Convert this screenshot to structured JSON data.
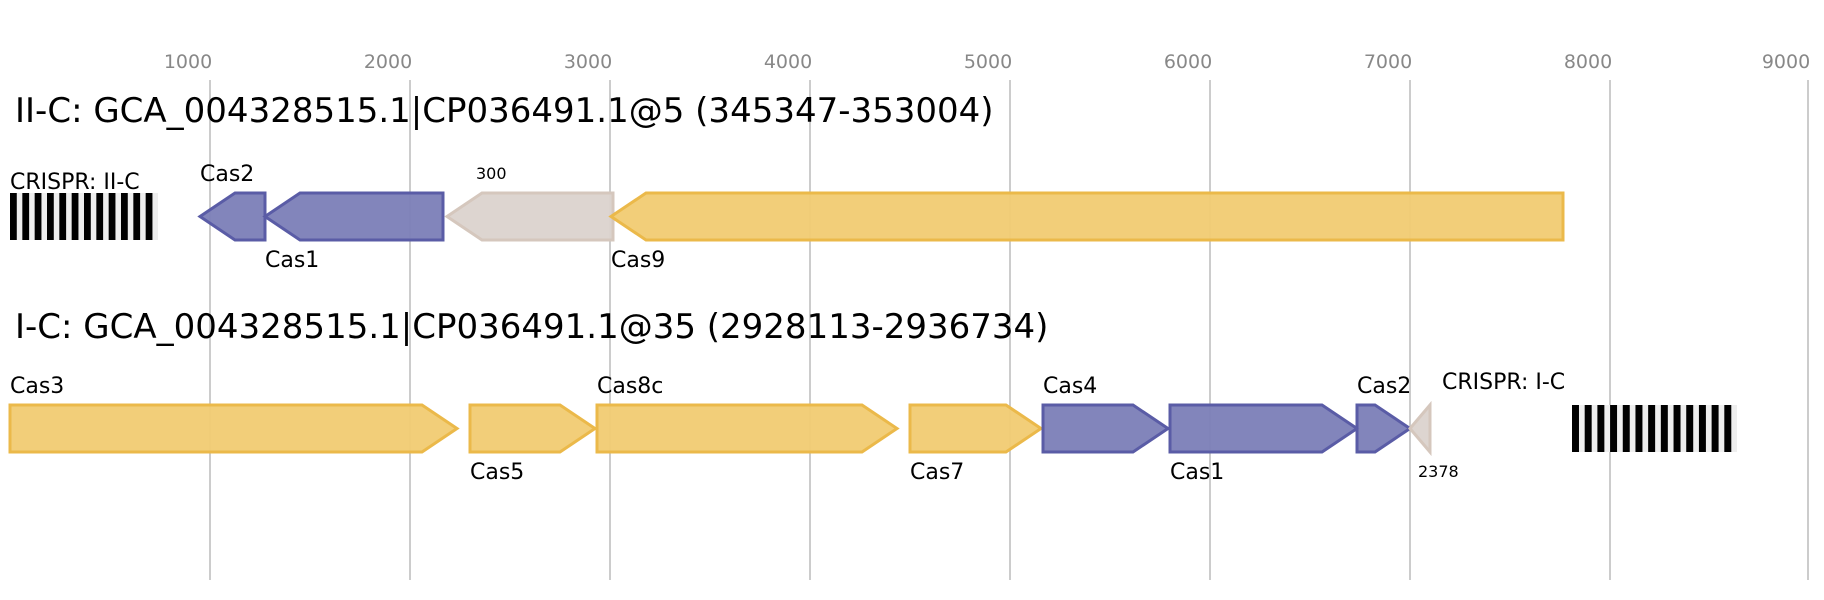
{
  "axis": {
    "ticks": [
      "1000",
      "2000",
      "3000",
      "4000",
      "5000",
      "6000",
      "7000",
      "8000",
      "9000"
    ]
  },
  "colors": {
    "yellow_fill": "#f1cb72",
    "yellow_stroke": "#ebb94a",
    "blue_fill": "#7b7eb7",
    "blue_stroke": "#5a5ca6",
    "beige_fill": "#dbd3cd",
    "beige_stroke": "#d5c7bd"
  },
  "loci": [
    {
      "title": "II-C: GCA_004328515.1|CP036491.1@5 (345347-353004)",
      "crispr_label": "CRISPR: II-C",
      "genes": [
        {
          "label": "Cas2",
          "type": "blue",
          "strand": "-"
        },
        {
          "label": "Cas1",
          "type": "blue",
          "strand": "-"
        },
        {
          "label": "300",
          "type": "beige",
          "strand": "-"
        },
        {
          "label": "Cas9",
          "type": "yellow",
          "strand": "-"
        }
      ]
    },
    {
      "title": "I-C: GCA_004328515.1|CP036491.1@35 (2928113-2936734)",
      "crispr_label": "CRISPR: I-C",
      "genes": [
        {
          "label": "Cas3",
          "type": "yellow",
          "strand": "+"
        },
        {
          "label": "Cas5",
          "type": "yellow",
          "strand": "+"
        },
        {
          "label": "Cas8c",
          "type": "yellow",
          "strand": "+"
        },
        {
          "label": "Cas7",
          "type": "yellow",
          "strand": "+"
        },
        {
          "label": "Cas4",
          "type": "blue",
          "strand": "+"
        },
        {
          "label": "Cas1",
          "type": "blue",
          "strand": "+"
        },
        {
          "label": "Cas2",
          "type": "blue",
          "strand": "+"
        },
        {
          "label": "2378",
          "type": "beige",
          "strand": "-"
        }
      ]
    }
  ]
}
